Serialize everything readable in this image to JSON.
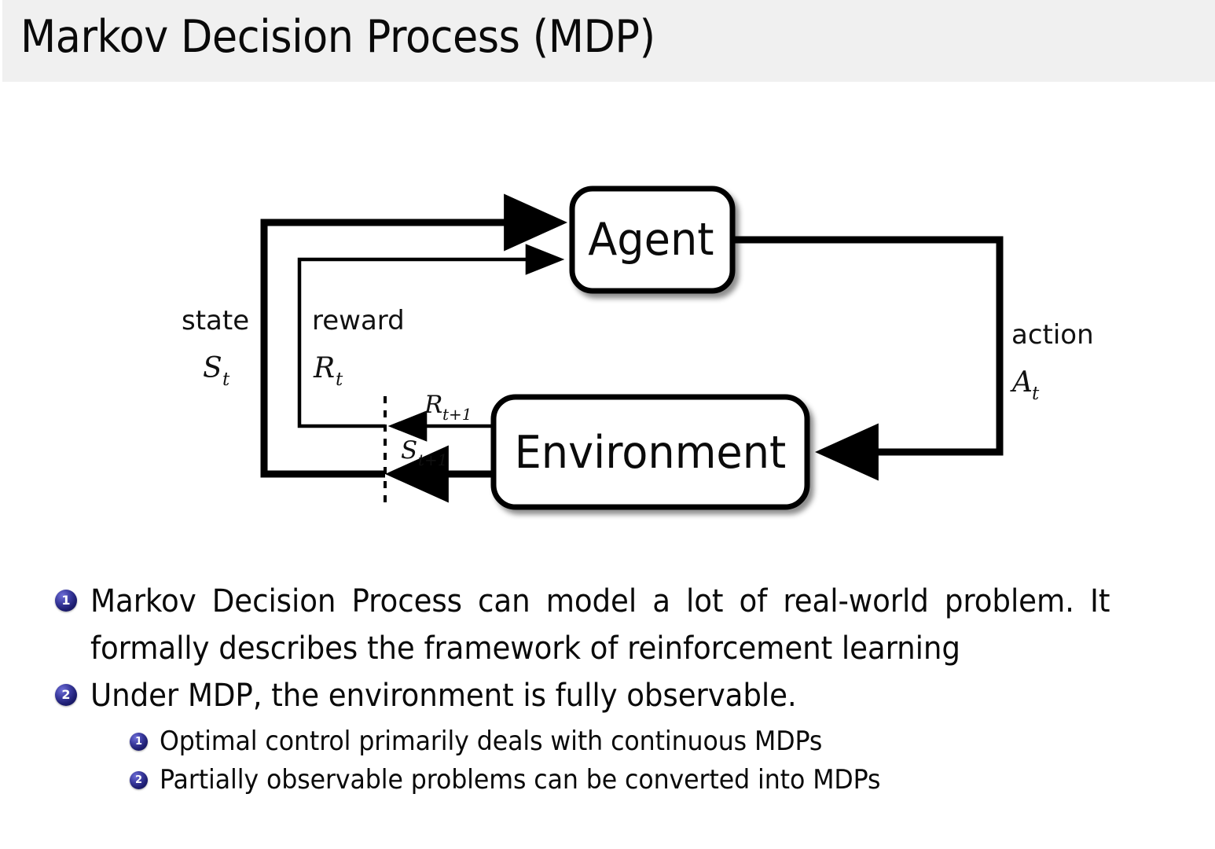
{
  "header": {
    "title": "Markov Decision Process (MDP)",
    "bar_color": "#f0f0f0"
  },
  "diagram": {
    "name": "agent-environment-interaction-loop",
    "nodes": [
      {
        "id": "agent",
        "label": "Agent"
      },
      {
        "id": "environment",
        "label": "Environment"
      }
    ],
    "edge_labels": {
      "state_word": "state",
      "state_sym": "S",
      "state_sub": "t",
      "reward_word": "reward",
      "reward_sym": "R",
      "reward_sub": "t",
      "action_word": "action",
      "action_sym": "A",
      "action_sub": "t",
      "reward_next_sym": "R",
      "reward_next_sub": "t+1",
      "state_next_sym": "S",
      "state_next_sub": "t+1"
    },
    "stroke_color": "#000000",
    "box_fill": "#ffffff"
  },
  "bullets": {
    "badge_color": "#1d1d70",
    "items": [
      {
        "number": "1",
        "text": "Markov Decision Process can model a lot of real-world problem. It formally describes the framework of reinforcement learning",
        "children": []
      },
      {
        "number": "2",
        "text": "Under MDP, the environment is fully observable.",
        "children": [
          {
            "number": "1",
            "text": "Optimal control primarily deals with continuous MDPs"
          },
          {
            "number": "2",
            "text": "Partially observable problems can be converted into MDPs"
          }
        ]
      }
    ]
  }
}
